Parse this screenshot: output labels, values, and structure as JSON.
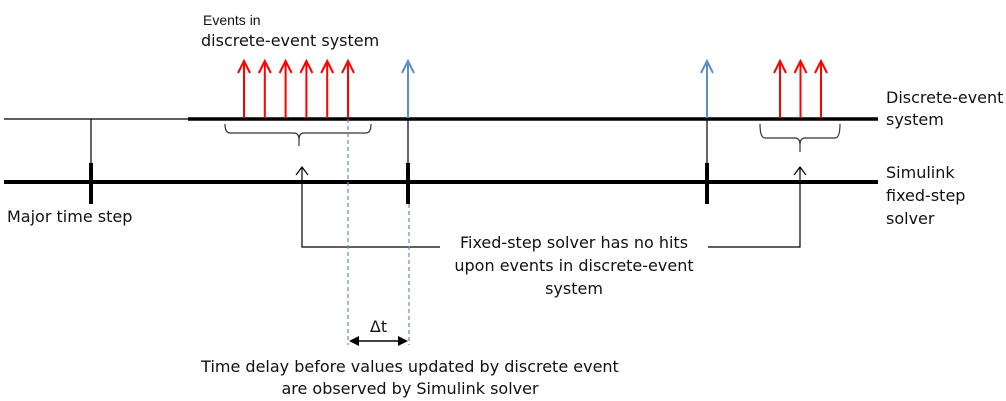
{
  "labels": {
    "events_title_line1": "Events in",
    "events_title_line2": "discrete-event  system",
    "discrete_event_line1": "Discrete-event",
    "discrete_event_line2": "system",
    "solver_line1": "Simulink",
    "solver_line2": "fixed-step",
    "solver_line3": "solver",
    "major_time_step": "Major time step",
    "no_hits_line1": "Fixed-step solver has no hits",
    "no_hits_line2": "upon events in discrete-event",
    "no_hits_line3": "system",
    "delta_t": "Δt",
    "delay_line1": "Time delay before values updated by discrete event",
    "delay_line2": "are observed by Simulink solver"
  },
  "colors": {
    "event_arrow": "#ff0000",
    "solver_hit_arrow": "#5b8fc9",
    "line": "#000000",
    "dashed": "#5b8fc9"
  },
  "diagram": {
    "left_event_group_count": 6,
    "right_event_group_count": 3,
    "solver_hit_arrows": 2,
    "major_time_steps": 3
  }
}
